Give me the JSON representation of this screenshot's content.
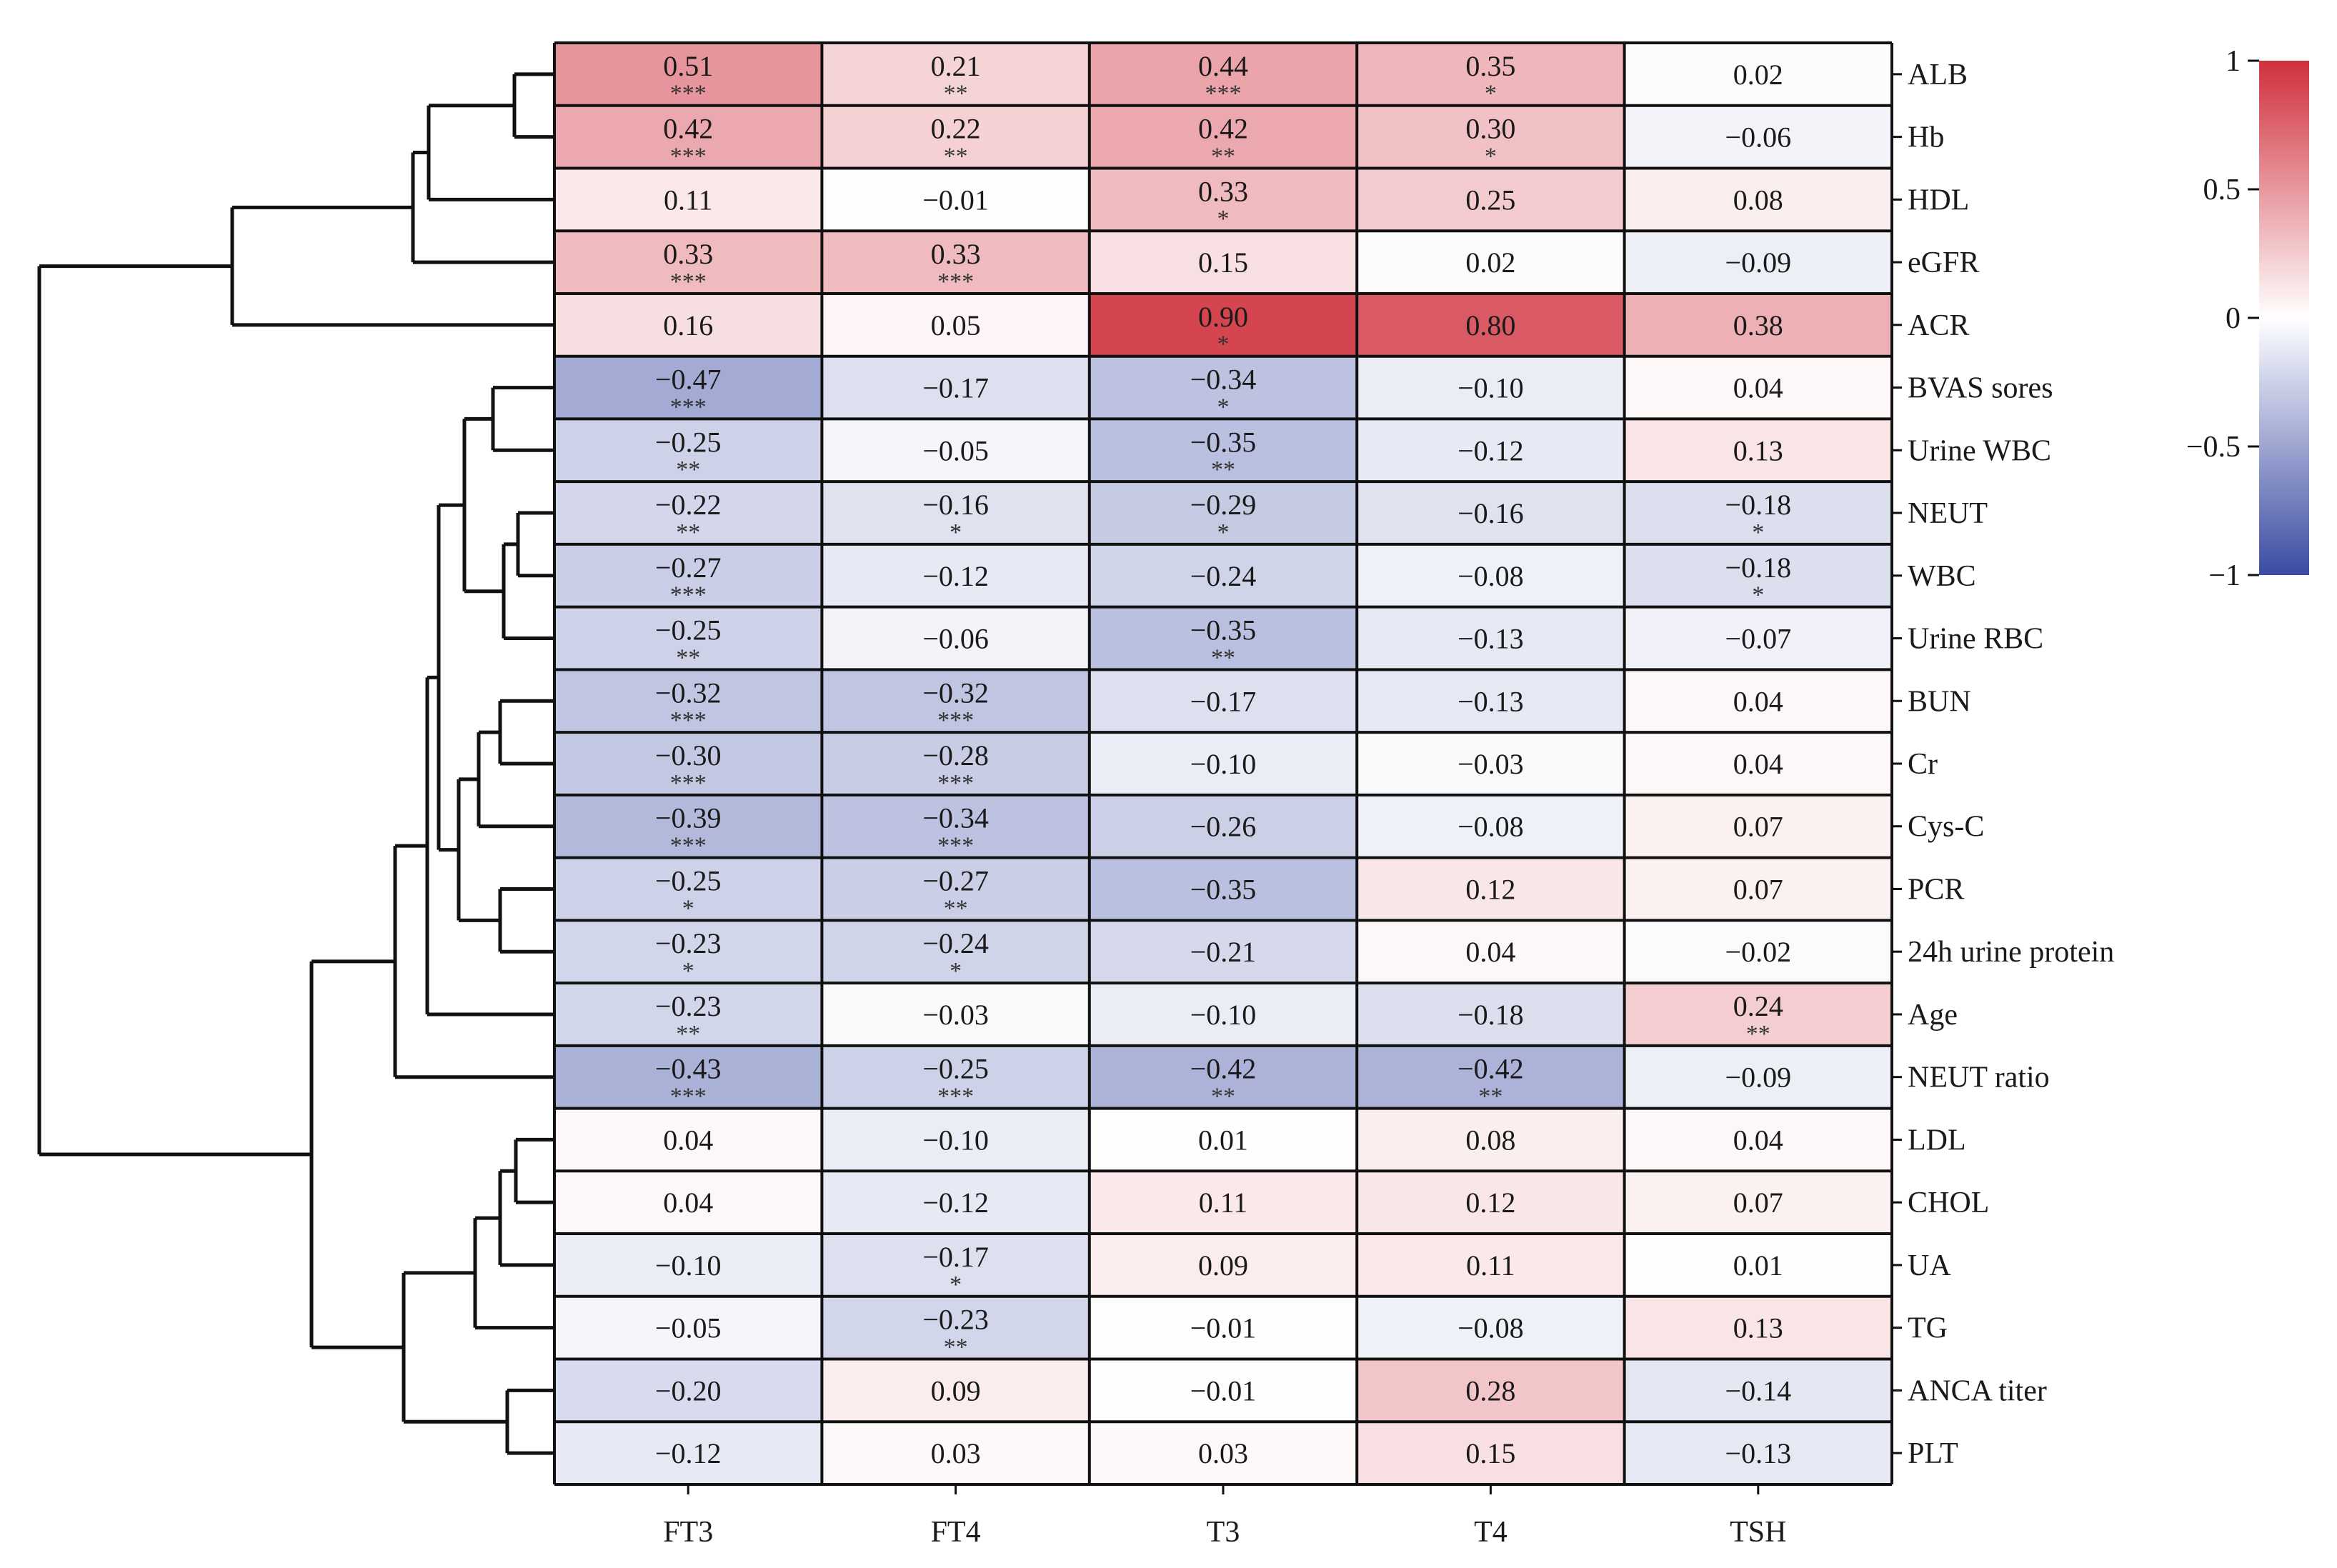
{
  "chart_data": {
    "type": "heatmap",
    "columns": [
      "FT3",
      "FT4",
      "T3",
      "T4",
      "TSH"
    ],
    "rows": [
      "ALB",
      "Hb",
      "HDL",
      "eGFR",
      "ACR",
      "BVAS sores",
      "Urine WBC",
      "NEUT",
      "WBC",
      "Urine RBC",
      "BUN",
      "Cr",
      "Cys-C",
      "PCR",
      "24h urine protein",
      "Age",
      "NEUT ratio",
      "LDL",
      "CHOL",
      "UA",
      "TG",
      "ANCA titer",
      "PLT"
    ],
    "values": [
      [
        0.51,
        0.21,
        0.44,
        0.35,
        0.02
      ],
      [
        0.42,
        0.22,
        0.42,
        0.3,
        -0.06
      ],
      [
        0.11,
        -0.01,
        0.33,
        0.25,
        0.08
      ],
      [
        0.33,
        0.33,
        0.15,
        0.02,
        -0.09
      ],
      [
        0.16,
        0.05,
        0.9,
        0.8,
        0.38
      ],
      [
        -0.47,
        -0.17,
        -0.34,
        -0.1,
        0.04
      ],
      [
        -0.25,
        -0.05,
        -0.35,
        -0.12,
        0.13
      ],
      [
        -0.22,
        -0.16,
        -0.29,
        -0.16,
        -0.18
      ],
      [
        -0.27,
        -0.12,
        -0.24,
        -0.08,
        -0.18
      ],
      [
        -0.25,
        -0.06,
        -0.35,
        -0.13,
        -0.07
      ],
      [
        -0.32,
        -0.32,
        -0.17,
        -0.13,
        0.04
      ],
      [
        -0.3,
        -0.28,
        -0.1,
        -0.03,
        0.04
      ],
      [
        -0.39,
        -0.34,
        -0.26,
        -0.08,
        0.07
      ],
      [
        -0.25,
        -0.27,
        -0.35,
        0.12,
        0.07
      ],
      [
        -0.23,
        -0.24,
        -0.21,
        0.04,
        -0.02
      ],
      [
        -0.23,
        -0.03,
        -0.1,
        -0.18,
        0.24
      ],
      [
        -0.43,
        -0.25,
        -0.42,
        -0.42,
        -0.09
      ],
      [
        0.04,
        -0.1,
        0.01,
        0.08,
        0.04
      ],
      [
        0.04,
        -0.12,
        0.11,
        0.12,
        0.07
      ],
      [
        -0.1,
        -0.17,
        0.09,
        0.11,
        0.01
      ],
      [
        -0.05,
        -0.23,
        -0.01,
        -0.08,
        0.13
      ],
      [
        -0.2,
        0.09,
        -0.01,
        0.28,
        -0.14
      ],
      [
        -0.12,
        0.03,
        0.03,
        0.15,
        -0.13
      ]
    ],
    "significance": [
      [
        "***",
        "**",
        "***",
        "*",
        ""
      ],
      [
        "***",
        "**",
        "**",
        "*",
        ""
      ],
      [
        "",
        "",
        "*",
        "",
        ""
      ],
      [
        "***",
        "***",
        "",
        "",
        ""
      ],
      [
        "",
        "",
        "*",
        "",
        ""
      ],
      [
        "***",
        "",
        "*",
        "",
        ""
      ],
      [
        "**",
        "",
        "**",
        "",
        ""
      ],
      [
        "**",
        "*",
        "*",
        "",
        "*"
      ],
      [
        "***",
        "",
        "",
        "",
        "*"
      ],
      [
        "**",
        "",
        "**",
        "",
        ""
      ],
      [
        "***",
        "***",
        "",
        "",
        ""
      ],
      [
        "***",
        "***",
        "",
        "",
        ""
      ],
      [
        "***",
        "***",
        "",
        "",
        ""
      ],
      [
        "*",
        "**",
        "",
        "",
        ""
      ],
      [
        "*",
        "*",
        "",
        "",
        ""
      ],
      [
        "**",
        "",
        "",
        "",
        "**"
      ],
      [
        "***",
        "***",
        "**",
        "**",
        ""
      ],
      [
        "",
        "",
        "",
        "",
        ""
      ],
      [
        "",
        "",
        "",
        "",
        ""
      ],
      [
        "",
        "*",
        "",
        "",
        ""
      ],
      [
        "",
        "**",
        "",
        "",
        ""
      ],
      [
        "",
        "",
        "",
        "",
        ""
      ],
      [
        "",
        "",
        "",
        "",
        ""
      ]
    ],
    "color_scale": {
      "min": -1,
      "max": 1,
      "low_color": "#3b4ba3",
      "mid_color": "#ffffff",
      "high_color": "#d0303d",
      "ticks": [
        1,
        0.5,
        0,
        -0.5,
        -1
      ],
      "tick_labels": [
        "1",
        "0.5",
        "0",
        "−0.5",
        "−1"
      ]
    },
    "row_dendrogram": true,
    "title": "",
    "xlabel": "",
    "ylabel": ""
  }
}
